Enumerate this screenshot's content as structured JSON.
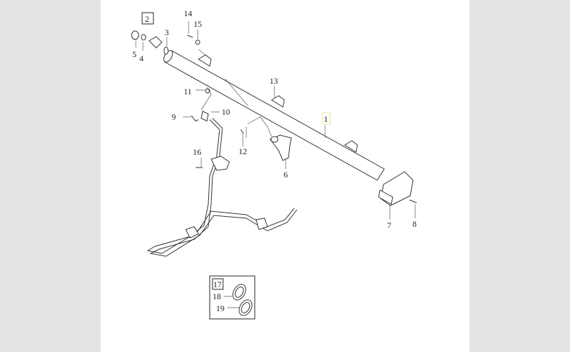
{
  "diagram": {
    "callouts": {
      "c1": "1",
      "c2": "2",
      "c3": "3",
      "c4": "4",
      "c5": "5",
      "c6": "6",
      "c7": "7",
      "c8": "8",
      "c9": "9",
      "c10": "10",
      "c11": "11",
      "c12": "12",
      "c13": "13",
      "c14": "14",
      "c15": "15",
      "c16": "16",
      "c17": "17",
      "c18": "18",
      "c19": "19"
    },
    "colors": {
      "background": "#e4e4e4",
      "sheet": "#ffffff",
      "highlight": "#e8e0a0"
    }
  }
}
